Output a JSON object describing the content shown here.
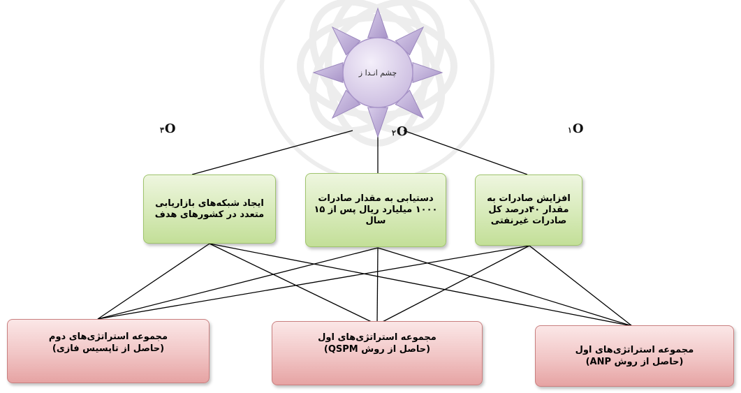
{
  "vision": {
    "text": "چشم انـدا ز"
  },
  "objectives": [
    {
      "label": "O",
      "sub": "۱",
      "text": "افزایش صادرات به مقدار ۴۰درصد کل صادرات غیرنفتی"
    },
    {
      "label": "O",
      "sub": "۲",
      "text": "دستیابی به مقدار صادرات ۱۰۰۰ میلیارد ریال پس از ۱۵ سال"
    },
    {
      "label": "O",
      "sub": "۳",
      "text": "ایجاد شبکه‌های بازاریابی متعدد در کشورهای هدف"
    }
  ],
  "strategy_sets": [
    {
      "title": "مجموعه استراتژی‌های اول",
      "method": "(حاصل از روش ANP)"
    },
    {
      "title": "مجموعه استراتژی‌های اول",
      "method": "(حاصل از روش QSPM)"
    },
    {
      "title": "مجموعه استراتژی‌های دوم",
      "method": "(حاصل از تاپسیس فازی)"
    }
  ],
  "colors": {
    "sun_rays": "#b9a6d3",
    "sun_core": "#d9cde9",
    "objective_box": "#d7eab9",
    "strategy_box": "#f1c5c5",
    "line": "#000000",
    "watermark": "#e8e8e8"
  }
}
